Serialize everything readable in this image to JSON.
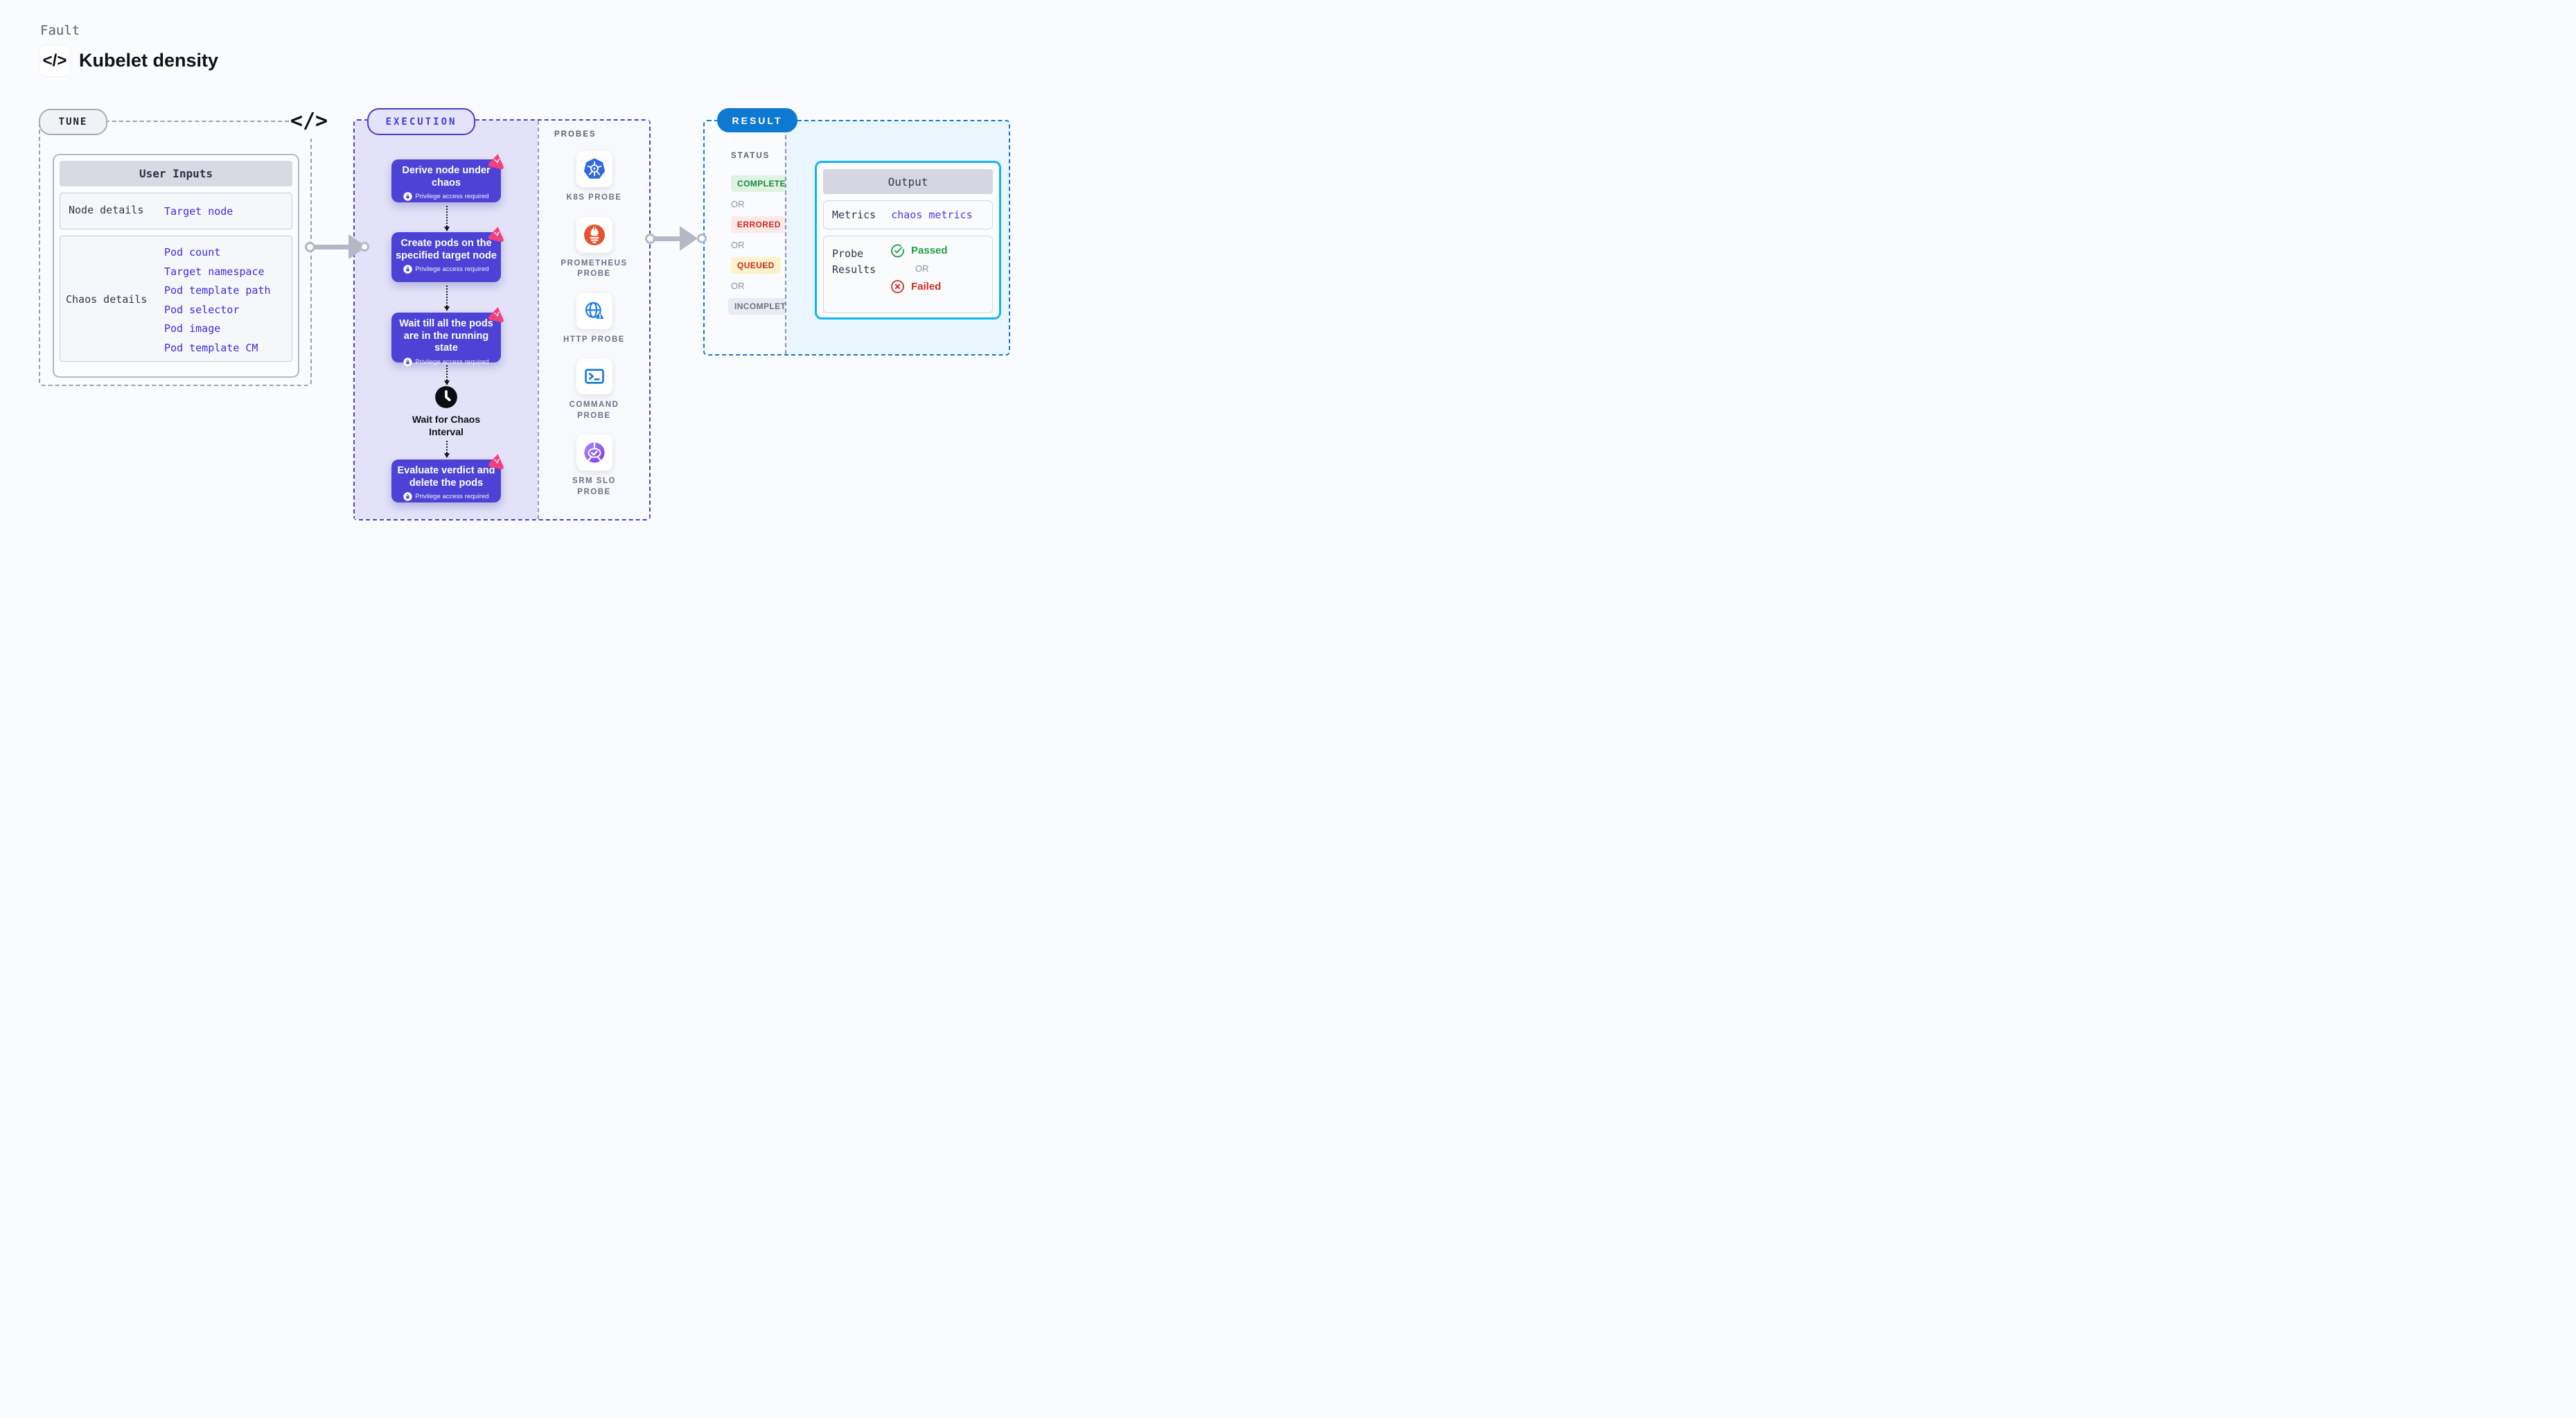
{
  "header": {
    "eyebrow": "Fault",
    "title": "Kubelet density"
  },
  "icons": {
    "code": "</>"
  },
  "tune": {
    "label": "TUNE",
    "table": {
      "header": "User Inputs",
      "rows": [
        {
          "label": "Node details",
          "links": [
            "Target node"
          ]
        },
        {
          "label": "Chaos details",
          "links": [
            "Pod count",
            "Target namespace",
            "Pod template path",
            "Pod selector",
            "Pod image",
            "Pod template CM"
          ]
        }
      ]
    }
  },
  "execution": {
    "label": "EXECUTION",
    "privilege_note": "Privilege access required",
    "steps": [
      {
        "title": "Derive node under chaos"
      },
      {
        "title": "Create pods on the specified target node"
      },
      {
        "title": "Wait till all the pods are in the running state"
      },
      {
        "title": "Evaluate verdict and delete the pods"
      }
    ],
    "wait_label": "Wait for Chaos Interval"
  },
  "probes": {
    "label": "PROBES",
    "items": [
      {
        "name": "K8S PROBE",
        "icon": "kubernetes-icon"
      },
      {
        "name": "PROMETHEUS PROBE",
        "icon": "prometheus-icon"
      },
      {
        "name": "HTTP PROBE",
        "icon": "globe-alert-icon"
      },
      {
        "name": "COMMAND PROBE",
        "icon": "terminal-icon"
      },
      {
        "name": "SRM SLO PROBE",
        "icon": "slo-check-icon"
      }
    ]
  },
  "result": {
    "label": "RESULT",
    "status_label": "STATUS",
    "or_label": "OR",
    "statuses": [
      {
        "text": "COMPLETED",
        "type": "success"
      },
      {
        "text": "ERRORED",
        "type": "error"
      },
      {
        "text": "QUEUED",
        "type": "queued"
      },
      {
        "text": "INCOMPLETED",
        "type": "incomplete"
      }
    ],
    "output": {
      "header": "Output",
      "metrics_label": "Metrics",
      "metrics_value": "chaos metrics",
      "probe_label": "Probe Results",
      "passed_label": "Passed",
      "failed_label": "Failed"
    }
  },
  "colors": {
    "accent_indigo": "#4c43d6",
    "execution_border": "#4742cf",
    "lavender_fill": "#e3e2f8",
    "result_blue": "#0d79d1",
    "output_border_cyan": "#17b3ef",
    "output_panel_bg": "#e9f6fd",
    "link_blue": "#3a2de2",
    "success_green": "#1f9e42",
    "fail_red": "#d62e22",
    "arrow_gray": "#b4b8c4",
    "flag_pink": "#f43f7f"
  }
}
